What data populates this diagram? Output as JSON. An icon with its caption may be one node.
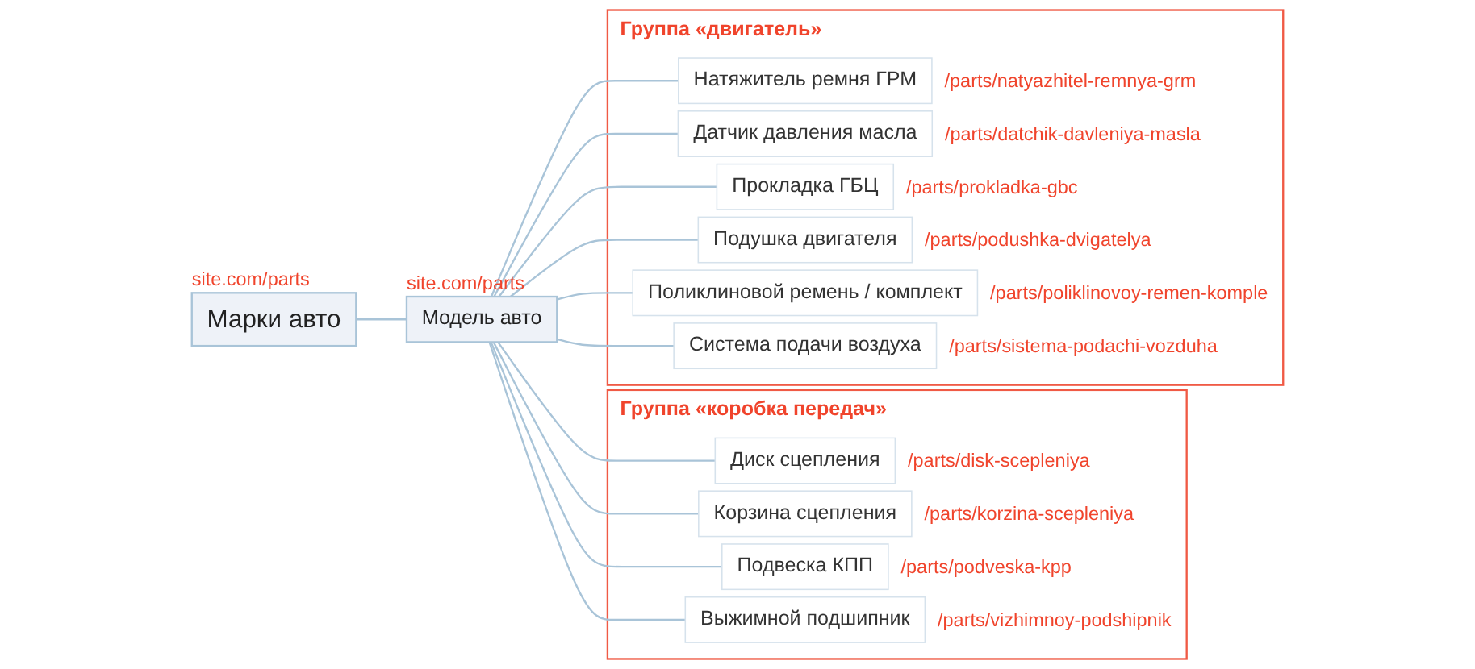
{
  "diagram": {
    "nodes": [
      {
        "text": [
          "Марки авто"
        ],
        "beside": [
          "site.com/parts"
        ]
      },
      {
        "text": [
          "Модель авто"
        ],
        "beside": [
          "site.com/parts"
        ]
      },
      {
        "text": [
          "Группа «двигатель»"
        ]
      },
      {
        "text": [
          "Натяжитель ремня ГРМ"
        ],
        "in": 2,
        "beside": [
          "/parts/natyazhitel-remnya-grm"
        ]
      },
      {
        "text": [
          "Датчик давления масла"
        ],
        "in": 2,
        "beside": [
          "/parts/datchik-davleniya-masla"
        ]
      },
      {
        "text": [
          "Прокладка ГБЦ"
        ],
        "in": 2,
        "beside": [
          "/parts/prokladka-gbc"
        ]
      },
      {
        "text": [
          "Подушка двигателя"
        ],
        "in": 2,
        "beside": [
          "/parts/podushka-dvigatelya"
        ]
      },
      {
        "text": [
          "Поликлиновой ремень / комплект"
        ],
        "in": 2,
        "beside": [
          "/parts/poliklinovoy-remen-komple"
        ]
      },
      {
        "text": [
          "Система подачи воздуха"
        ],
        "in": 2,
        "beside": [
          "/parts/sistema-podachi-vozduha"
        ]
      },
      {
        "text": [
          "Группа «коробка передач»"
        ]
      },
      {
        "text": [
          "Диск сцепления"
        ],
        "in": 9,
        "beside": [
          "/parts/disk-scepleniya"
        ]
      },
      {
        "text": [
          "Корзина сцепления"
        ],
        "in": 9,
        "beside": [
          "/parts/korzina-scepleniya"
        ]
      },
      {
        "text": [
          "Подвеска КПП"
        ],
        "in": 9,
        "beside": [
          "/parts/podveska-kpp"
        ]
      },
      {
        "text": [
          "Выжимной подшипник"
        ],
        "in": 9,
        "beside": [
          "/parts/vizhimnoy-podshipnik"
        ]
      }
    ],
    "edges": [
      {
        "from": 0,
        "to": 1,
        "arrow": "none"
      },
      {
        "from": 1,
        "to": 3,
        "arrow": "none"
      },
      {
        "from": 1,
        "to": 4,
        "arrow": "none"
      },
      {
        "from": 1,
        "to": 5,
        "arrow": "none"
      },
      {
        "from": 1,
        "to": 6,
        "arrow": "none"
      },
      {
        "from": 1,
        "to": 7,
        "arrow": "none"
      },
      {
        "from": 1,
        "to": 8,
        "arrow": "none"
      },
      {
        "from": 1,
        "to": 10,
        "arrow": "none"
      },
      {
        "from": 1,
        "to": 11,
        "arrow": "none"
      },
      {
        "from": 1,
        "to": 12,
        "arrow": "none"
      },
      {
        "from": 1,
        "to": 13,
        "arrow": "none"
      }
    ]
  }
}
